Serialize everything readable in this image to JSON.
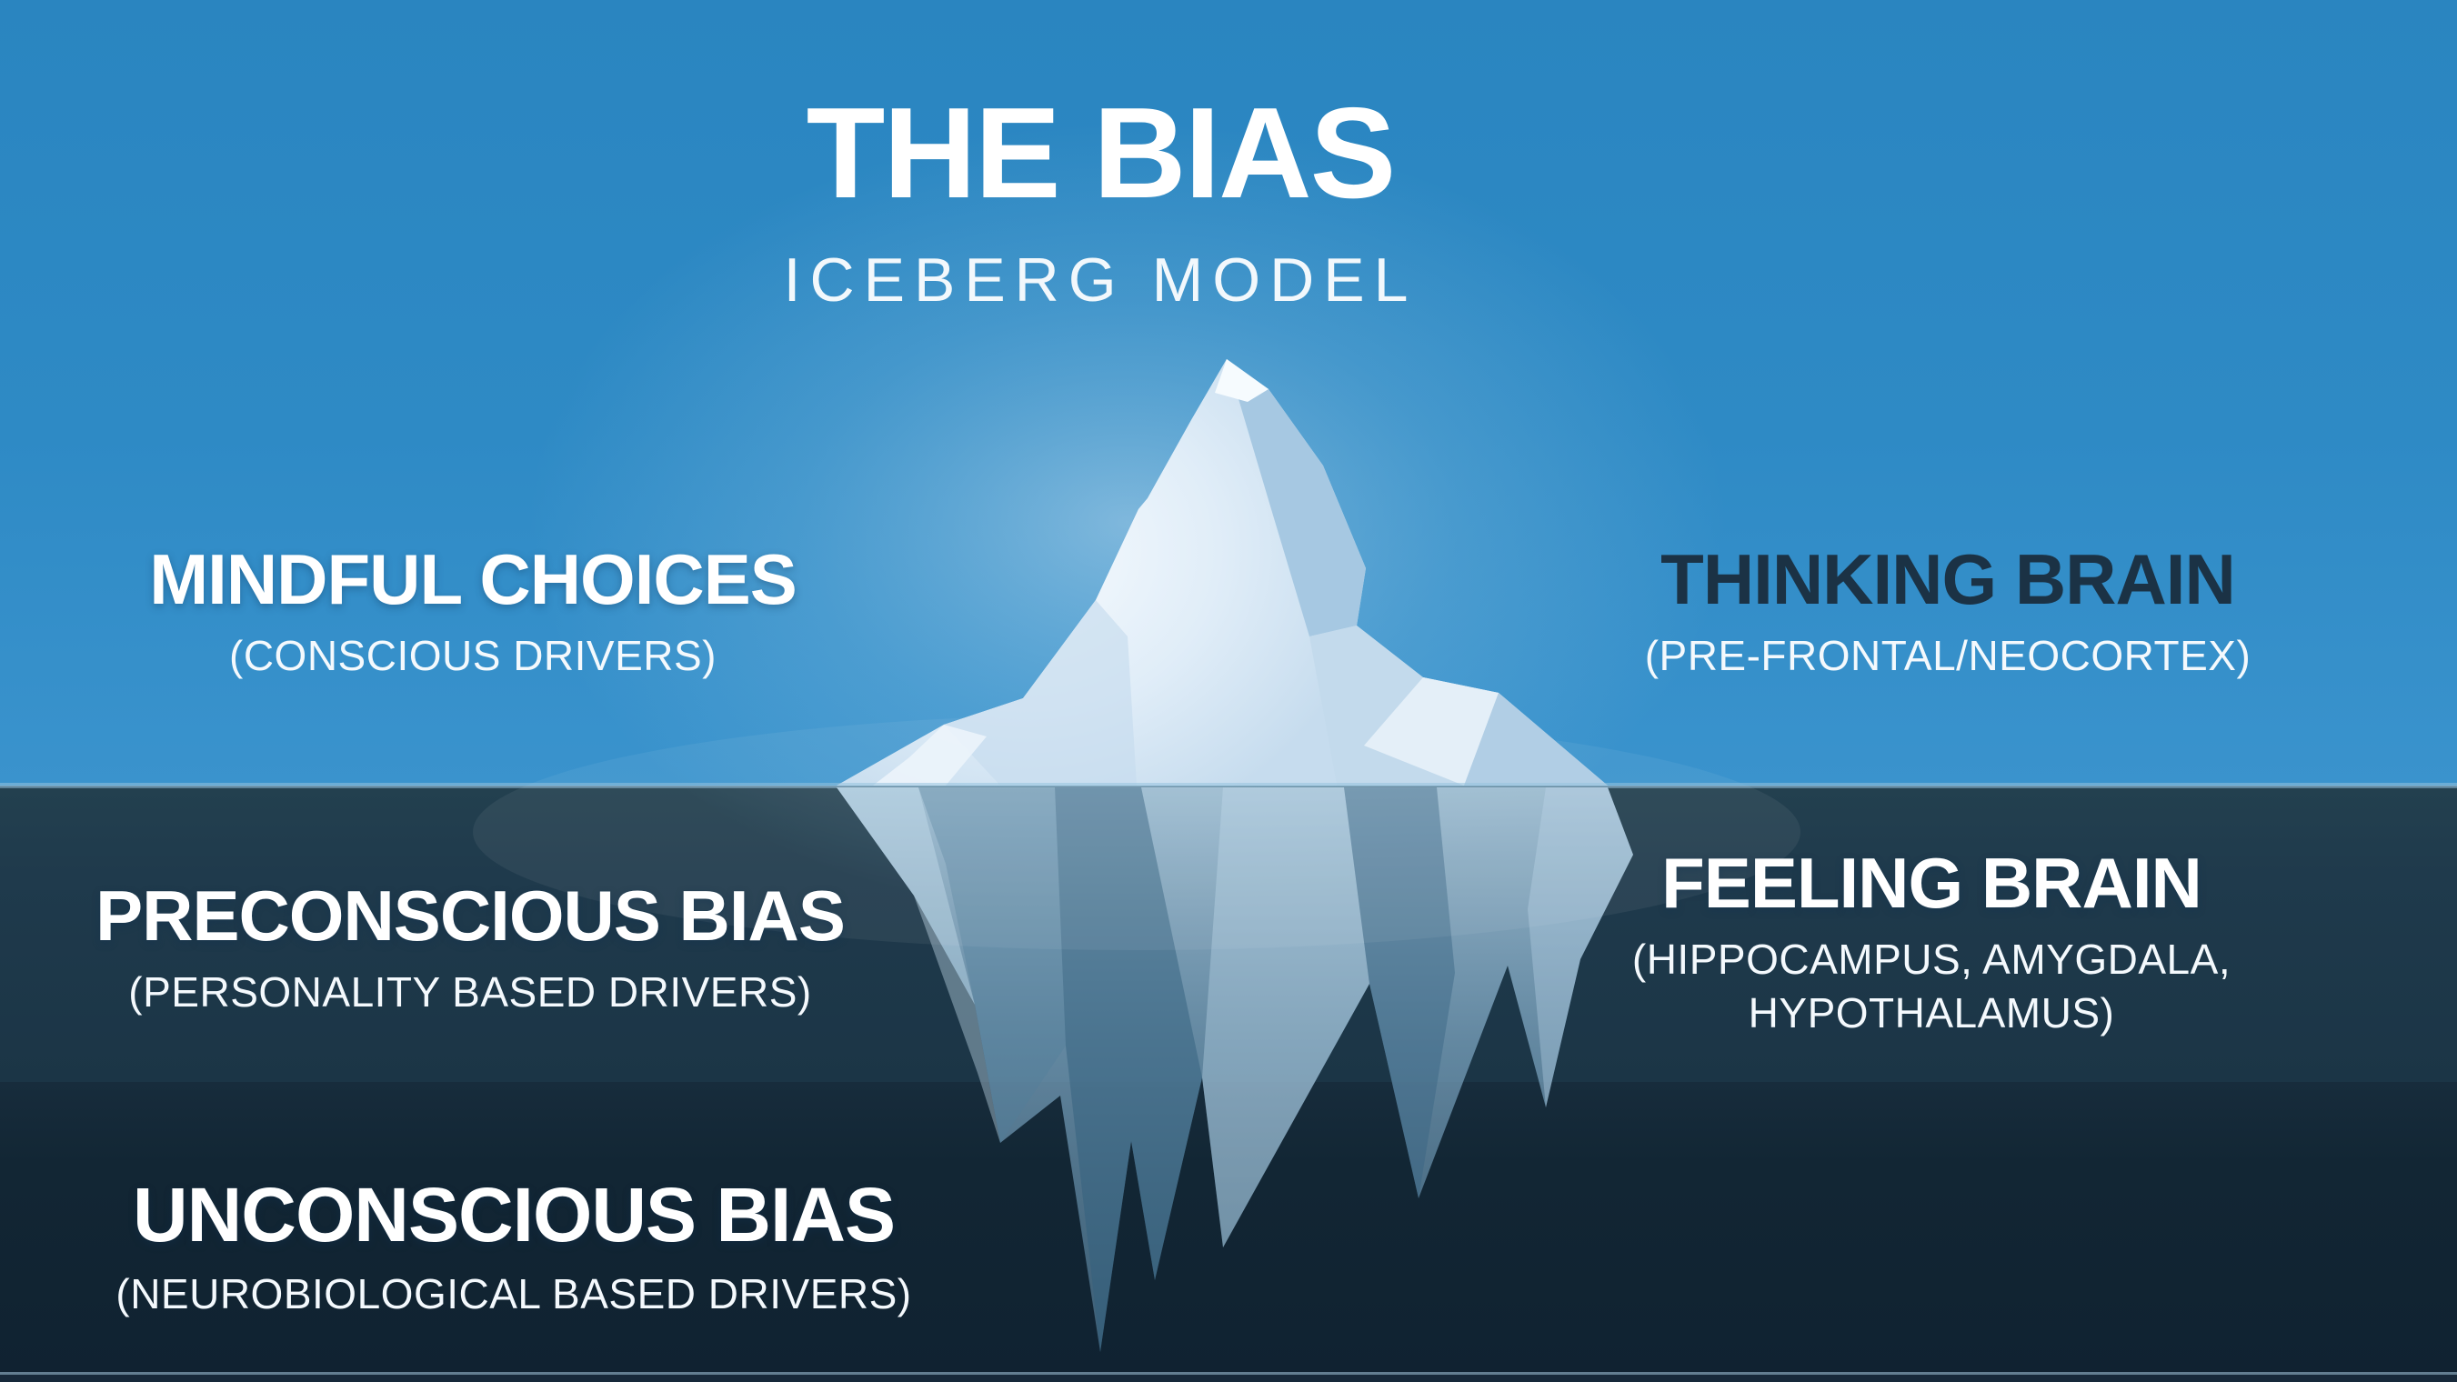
{
  "title": {
    "main": "THE BIAS",
    "subtitle": "ICEBERG MODEL"
  },
  "layers": [
    {
      "id": "surface",
      "zone_description": "above waterline (visible part of iceberg)",
      "left_label": {
        "heading": "MINDFUL CHOICES",
        "subheading": "(CONSCIOUS DRIVERS)"
      },
      "right_label": {
        "heading": "THINKING BRAIN",
        "subheading": "(PRE-FRONTAL/NEOCORTEX)"
      }
    },
    {
      "id": "preconscious",
      "zone_description": "just below waterline",
      "left_label": {
        "heading": "PRECONSCIOUS BIAS",
        "subheading": "(PERSONALITY BASED DRIVERS)"
      },
      "right_label": {
        "heading": "FEELING BRAIN",
        "subheading_line1": "(HIPPOCAMPUS, AMYGDALA,",
        "subheading_line2": "HYPOTHALAMUS)"
      }
    },
    {
      "id": "unconscious",
      "zone_description": "deep underwater",
      "left_label": {
        "heading": "UNCONSCIOUS BIAS",
        "subheading": "(NEUROBIOLOGICAL BASED DRIVERS)"
      }
    }
  ],
  "colors": {
    "sky_blue": "#2a85c0",
    "mid_water_band": "#1f3a4c",
    "deep_water_band": "#122634",
    "waterline_highlight": "#96c3de",
    "iceberg_bright": "#f4fafd",
    "iceberg_light": "#d7e8f5",
    "iceberg_shadow": "#a6c8e2",
    "iceberg_underwater": "#7ba6c2",
    "heading_white": "#ffffff",
    "heading_dark_navy": "#1b3245"
  }
}
